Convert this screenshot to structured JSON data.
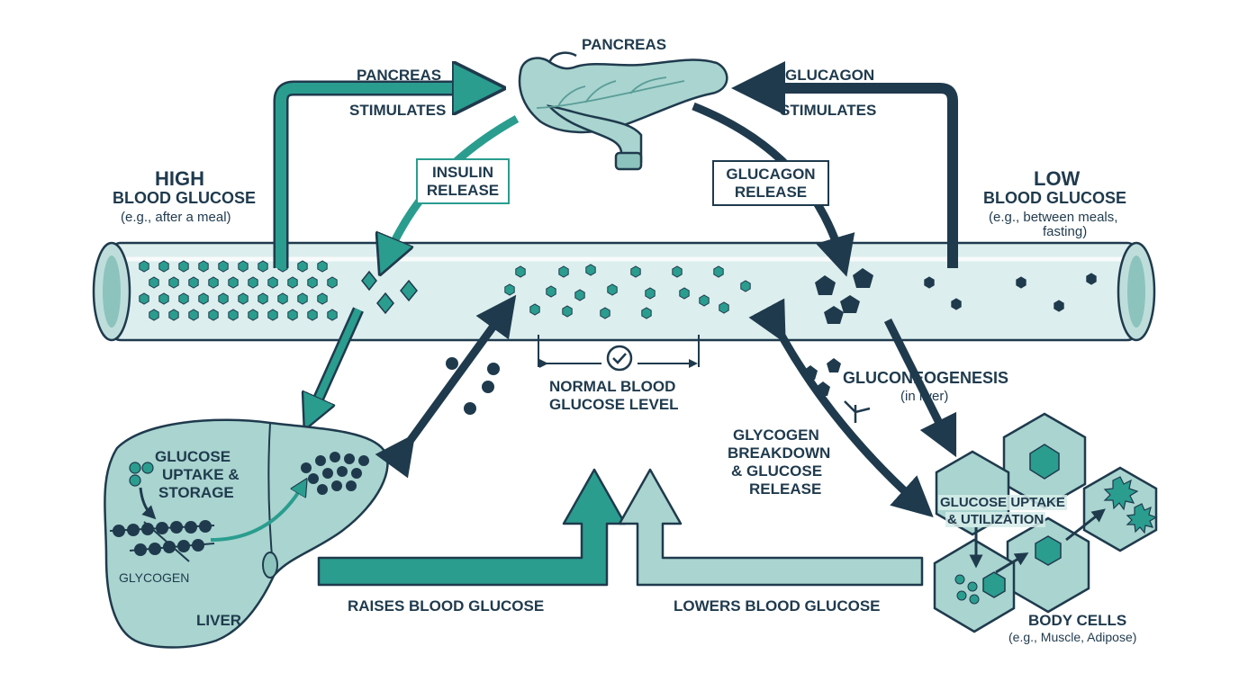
{
  "pancreas": {
    "title": "PANCREAS"
  },
  "left_arrow": {
    "line1": "PANCREAS",
    "line2": "STIMULATES"
  },
  "right_arrow": {
    "line1": "GLUCAGON",
    "line2": "STIMULATES"
  },
  "insulin_box": {
    "line1": "INSULIN",
    "line2": "RELEASE"
  },
  "glucagon_box": {
    "line1": "GLUCAGON",
    "line2": "RELEASE"
  },
  "high": {
    "title": "HIGH",
    "subtitle": "BLOOD GLUCOSE",
    "note": "(e.g., after a meal)"
  },
  "low": {
    "title": "LOW",
    "subtitle": "BLOOD GLUCOSE",
    "note_line1": "(e.g., between meals,",
    "note_line2": "fasting)"
  },
  "normal": {
    "line1": "NORMAL BLOOD",
    "line2": "GLUCOSE LEVEL"
  },
  "gluconeogenesis": {
    "title": "GLUCONEOGENESIS",
    "note": "(in liver)"
  },
  "glycogen_breakdown": {
    "line1": "GLYCOGEN",
    "line2": "BREAKDOWN",
    "line3": "& GLUCOSE",
    "line4": "RELEASE"
  },
  "liver": {
    "uptake_line1": "GLUCOSE",
    "uptake_line2": "UPTAKE &",
    "uptake_line3": "STORAGE",
    "glycogen": "GLYCOGEN",
    "name": "LIVER"
  },
  "bottom": {
    "raises": "RAISES BLOOD GLUCOSE",
    "lowers": "LOWERS BLOOD GLUCOSE"
  },
  "cells": {
    "uptake_line1": "GLUCOSE UPTAKE",
    "uptake_line2": "& UTILIZATION",
    "name": "BODY CELLS",
    "note": "(e.g., Muscle, Adipose)"
  },
  "colors": {
    "teal": "#2a9d8f",
    "navy": "#1f3a4d",
    "light_teal": "#a9d4cf",
    "pale": "#d6ece9"
  }
}
